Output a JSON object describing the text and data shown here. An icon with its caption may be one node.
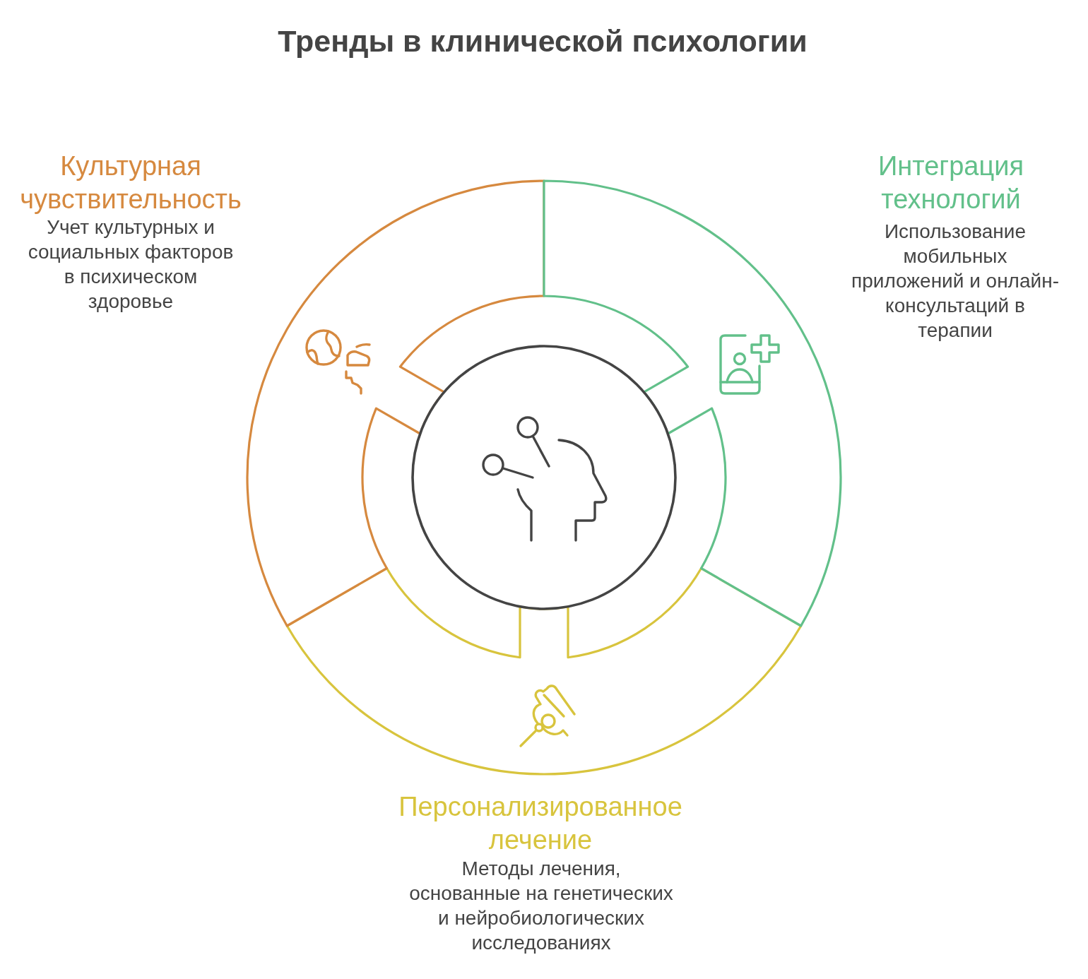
{
  "diagram": {
    "title": "Тренды в клинической психологии",
    "nodes": [
      {
        "text": [
          "Культурная чувствительность",
          "Учет культурных и социальных факторов в психическом здоровье"
        ]
      },
      {
        "text": [
          "Интеграция технологий",
          "Использование мобильных приложений и онлайн-консультаций в терапии"
        ]
      },
      {
        "text": [
          "Персонализированное лечение",
          "Методы лечения, основанные на генетических и нейробиологических исследованиях"
        ]
      },
      {
        "text": [],
        "shape": "circle"
      }
    ]
  }
}
